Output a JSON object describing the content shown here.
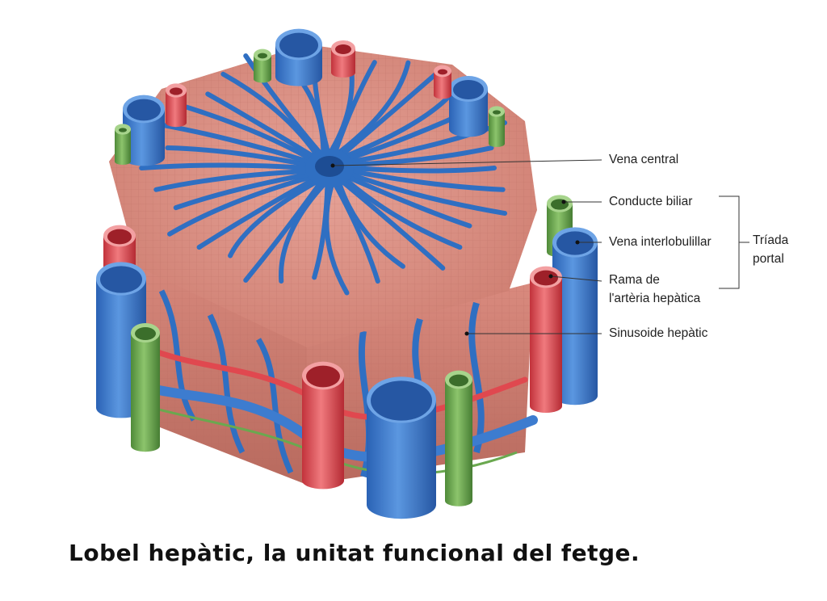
{
  "labels": {
    "vena_central": "Vena central",
    "conducte_biliar": "Conducte biliar",
    "vena_interlobulillar": "Vena interlobulillar",
    "rama_line1": "Rama de",
    "rama_line2": "l'artèria hepàtica",
    "sinusoide": "Sinusoide hepàtic",
    "triada_line1": "Tríada",
    "triada_line2": "portal"
  },
  "caption": "Lobel hepàtic, la unitat funcional del fetge.",
  "colors": {
    "hepatocyte": "#d98a7e",
    "sinusoid": "#2f6fc2",
    "vein": "#3d7ccf",
    "artery": "#e0484f",
    "bile_duct": "#6aa84f",
    "text": "#222222"
  }
}
